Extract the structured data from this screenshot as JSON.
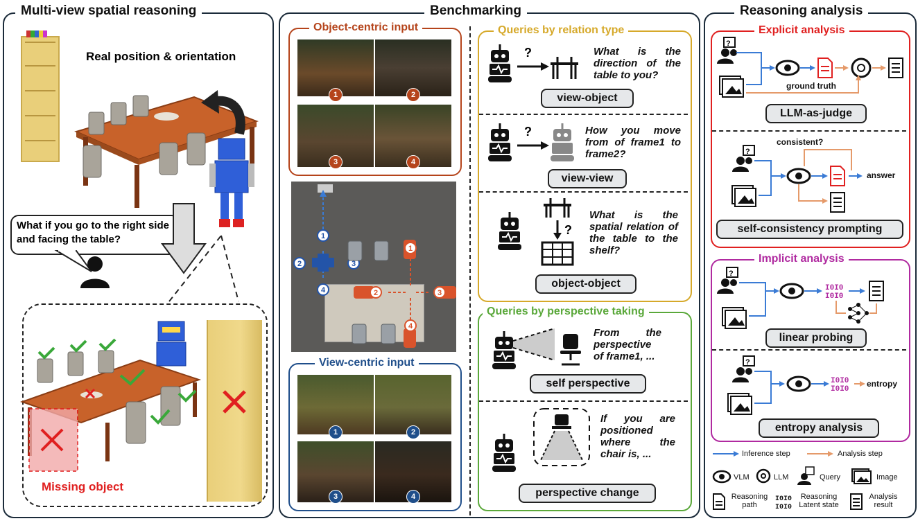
{
  "colors": {
    "dark": "#1b2b3a",
    "orange": "#b5441b",
    "blue": "#1f4e8a",
    "gold": "#d6a92a",
    "green": "#5aa83a",
    "red": "#e02020",
    "purple": "#b02aa0",
    "inference": "#3a7bd5",
    "analysis": "#e59a6a"
  },
  "left": {
    "title": "Multi-view spatial reasoning",
    "real_label": "Real position & orientation",
    "speech": "What if you go to the right side and facing the table?",
    "missing": "Missing object"
  },
  "middle": {
    "title": "Benchmarking",
    "object_centric": "Object-centric input",
    "view_centric": "View-centric input",
    "frame_numbers": [
      "1",
      "2",
      "3",
      "4"
    ],
    "relation": {
      "title": "Queries by relation type",
      "items": [
        {
          "question": "What is the direction of the table to you?",
          "label": "view-object"
        },
        {
          "question": "How you move from of frame1 to frame2?",
          "label": "view-view"
        },
        {
          "question": "What is the spatial relation of the table to the shelf?",
          "label": "object-object"
        }
      ]
    },
    "perspective": {
      "title": "Queries by perspective taking",
      "items": [
        {
          "question": "From the perspective of frame1, ...",
          "label": "self perspective"
        },
        {
          "question": "If you are positioned where the chair is, ...",
          "label": "perspective change"
        }
      ]
    }
  },
  "right": {
    "title": "Reasoning analysis",
    "explicit": {
      "title": "Explicit analysis",
      "ground_truth": "ground truth",
      "llm_judge": "LLM-as-judge",
      "consistent": "consistent?",
      "answer": "answer",
      "self_consistency": "self-consistency prompting"
    },
    "implicit": {
      "title": "Implicit analysis",
      "linear": "linear probing",
      "entropy_word": "entropy",
      "entropy_analysis": "entropy analysis"
    },
    "legend": {
      "inference": "Inference step",
      "analysis": "Analysis step",
      "vlm": "VLM",
      "llm": "LLM",
      "query": "Query",
      "image": "Image",
      "reasoning_path": "Reasoning path",
      "latent": "Reasoning Latent state",
      "result": "Analysis result"
    }
  }
}
